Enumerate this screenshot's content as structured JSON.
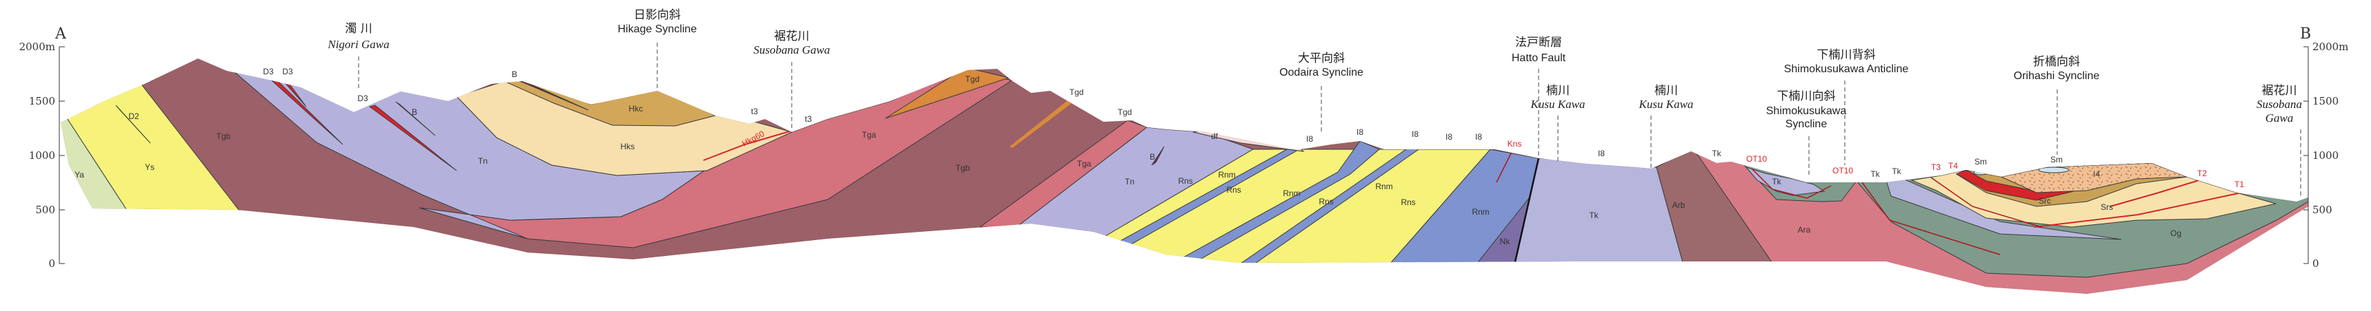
{
  "section_ends": {
    "left": "A",
    "right": "B"
  },
  "axis": {
    "ticks": [
      "2000m",
      "1500",
      "1000",
      "500",
      "0"
    ],
    "right_ticks": [
      "2000m",
      "1500",
      "1000",
      "500",
      "0"
    ]
  },
  "features": [
    {
      "jp": "濁 川",
      "en": "Nigori Gawa",
      "style": "italic"
    },
    {
      "jp": "日影向斜",
      "en": "Hikage Syncline",
      "style": "normal"
    },
    {
      "jp": "裾花川",
      "en": "Susobana Gawa",
      "style": "italic"
    },
    {
      "jp": "大平向斜",
      "en": "Oodaira Syncline",
      "style": "normal"
    },
    {
      "jp": "法戸断層",
      "en": "Hatto Fault",
      "style": "normal"
    },
    {
      "jp": "楠川",
      "en": "Kusu Kawa",
      "style": "italic"
    },
    {
      "jp": "楠川",
      "en": "Kusu Kawa",
      "style": "italic"
    },
    {
      "jp": "下楠川背斜",
      "en": "Shimokusukawa Anticline",
      "style": "normal"
    },
    {
      "jp": "下楠川向斜",
      "en": "Shimokusukawa",
      "en2": "Syncline",
      "style": "normal"
    },
    {
      "jp": "折橋向斜",
      "en": "Orihashi Syncline",
      "style": "normal"
    },
    {
      "jp": "裾花川",
      "en": "Susobana",
      "en2": "Gawa",
      "style": "italic"
    }
  ],
  "units": [
    "Ya",
    "Ys",
    "Tgb",
    "Tn",
    "Hks",
    "Hkc",
    "D2",
    "D3",
    "D3",
    "D3",
    "B",
    "B",
    "t3",
    "t3",
    "Tgd",
    "Tga",
    "Tgb",
    "Tgd",
    "Tgd",
    "Tga",
    "Tn",
    "B",
    "df",
    "Rns",
    "Rnm",
    "Rns",
    "Rnm",
    "Rns",
    "Rnm",
    "Rns",
    "Rnm",
    "Nk",
    "I8",
    "I8",
    "I8",
    "I8",
    "I8",
    "I8",
    "Tk",
    "Arb",
    "Tk",
    "Tk",
    "Ara",
    "Tk",
    "Tk",
    "Sm",
    "Sm",
    "I4",
    "Src",
    "Srs",
    "Og"
  ],
  "red_units": [
    "Hkg60",
    "Kns",
    "OT10",
    "OT10",
    "T3",
    "T4",
    "T2",
    "T1"
  ],
  "colors": {
    "Ya": "#d9e6b5",
    "Ys": "#f6f27a",
    "Tgb": "#9b6068",
    "Tn": "#b4b2dc",
    "Hks": "#f8dfae",
    "Hkc": "#d2a75a",
    "Tga": "#d4727e",
    "Tgd": "#d98a3c",
    "Rns": "#f6f27a",
    "Rnm": "#7e93cf",
    "Nk": "#7d6fa6",
    "Tk": "#b6b5dc",
    "Arb": "#9c6a6c",
    "Ara": "#d67a86",
    "Og": "#7f9b8c",
    "Srs": "#f7e2ac",
    "Src": "#c9a256",
    "I4": "#f0bf93",
    "red": "#d6242a"
  }
}
